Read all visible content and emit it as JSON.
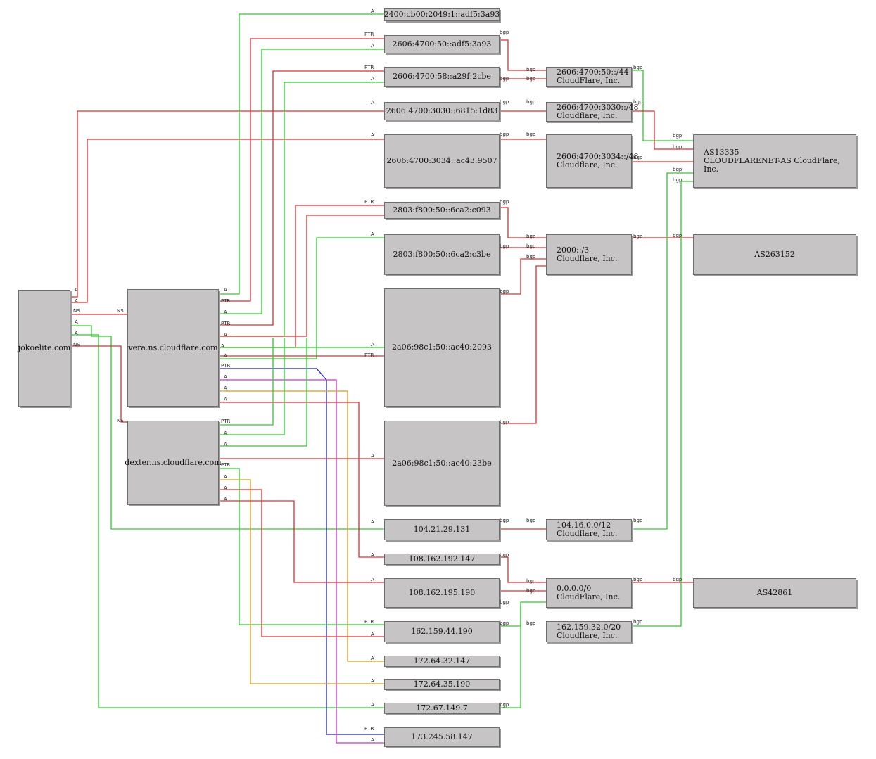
{
  "nodes": {
    "jokoelite": "jokoelite.com",
    "vera": "vera.ns.cloudflare.com",
    "dexter": "dexter.ns.cloudflare.com",
    "ip_2400": "2400:cb00:2049:1::adf5:3a93",
    "ip_2606_50": "2606:4700:50::adf5:3a93",
    "ip_2606_58": "2606:4700:58::a29f:2cbe",
    "ip_2606_3030": "2606:4700:3030::6815:1d83",
    "ip_2606_3034": "2606:4700:3034::ac43:9507",
    "ip_2803_c093": "2803:f800:50::6ca2:c093",
    "ip_2803_c3be": "2803:f800:50::6ca2:c3be",
    "ip_2a06_2093": "2a06:98c1:50::ac40:2093",
    "ip_2a06_23be": "2a06:98c1:50::ac40:23be",
    "ip_104": "104.21.29.131",
    "ip_108_147": "108.162.192.147",
    "ip_108_190": "108.162.195.190",
    "ip_162": "162.159.44.190",
    "ip_172_147": "172.64.32.147",
    "ip_172_190": "172.64.35.190",
    "ip_172_67": "172.67.149.7",
    "ip_173": "173.245.58.147",
    "pfx_2606_50": "2606:4700:50::/44\nCloudFlare, Inc.",
    "pfx_2606_3030": "2606:4700:3030::/48\nCloudflare, Inc.",
    "pfx_2606_3034": "2606:4700:3034::/48\nCloudflare, Inc.",
    "pfx_2000": "2000::/3\nCloudflare, Inc.",
    "pfx_104": "104.16.0.0/12\nCloudflare, Inc.",
    "pfx_0000": "0.0.0.0/0\nCloudFlare, Inc.",
    "pfx_162": "162.159.32.0/20\nCloudflare, Inc.",
    "as13335": "AS13335\nCLOUDFLARENET-AS CloudFlare, Inc.",
    "as263152": "AS263152",
    "as42861": "AS42861"
  },
  "edge_labels": {
    "a": "A",
    "ptr": "PTR",
    "ns": "NS",
    "bgp": "bgp"
  },
  "colors": {
    "a_record": "#2ecc2e",
    "ptr_record": "#d93030",
    "bgp": "#d93030",
    "extra_blue": "#2222aa",
    "extra_magenta": "#cc33cc",
    "extra_orange": "#d89a20",
    "node_fill": "#c6c4c4"
  }
}
